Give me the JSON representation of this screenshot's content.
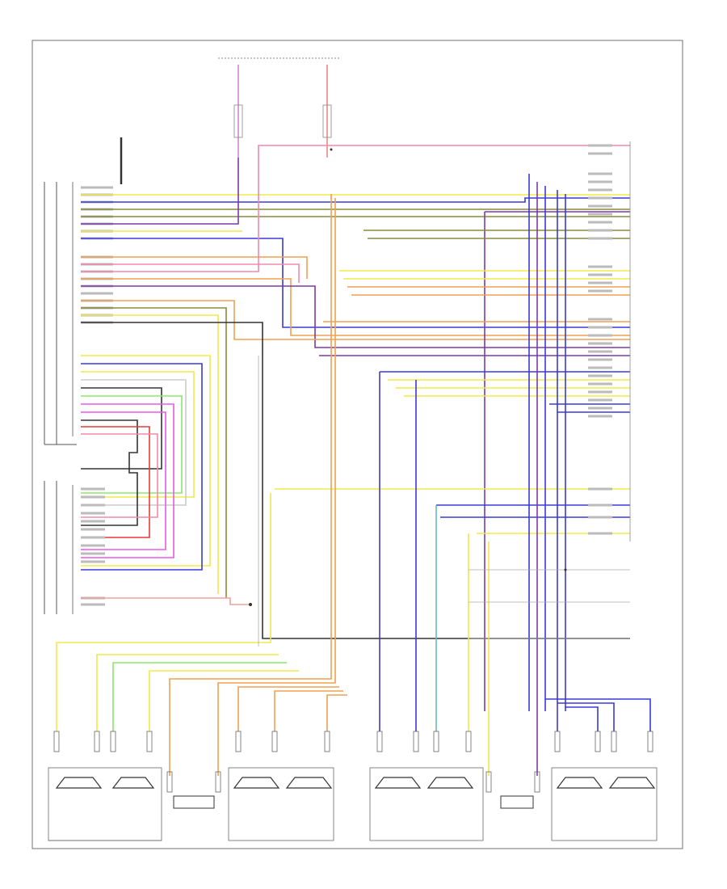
{
  "colors": {
    "yellow": "#f2e84a",
    "olive": "#8a8a3c",
    "purple": "#7b3aa8",
    "blue": "#3a3ad8",
    "orange": "#f0a050",
    "pink": "#f08aa8",
    "red": "#e83a3a",
    "green": "#8ae86a",
    "magenta": "#e85ae8",
    "gray": "#9a9a9a",
    "dark": "#333333",
    "cyan": "#6ab8c8",
    "border": "#888888"
  },
  "components": [
    {
      "id": "front-left-speakers",
      "label": ""
    },
    {
      "id": "left-rear-speakers",
      "label": ""
    },
    {
      "id": "front-right-speakers",
      "label": ""
    },
    {
      "id": "right-rear-speakers",
      "label": ""
    }
  ]
}
